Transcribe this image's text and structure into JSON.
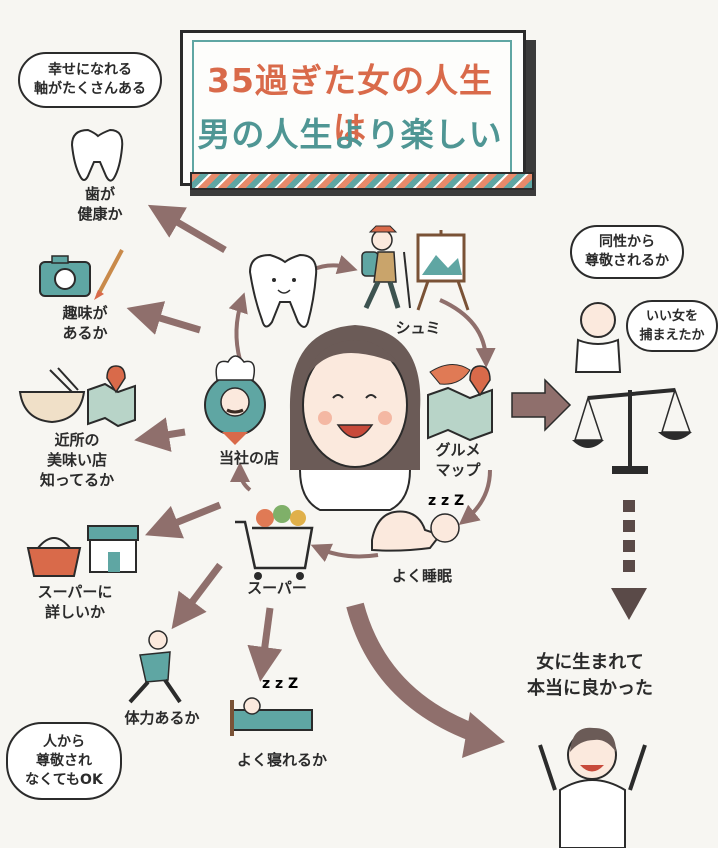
{
  "title": {
    "line1": "35過ぎた女の人生は",
    "line2": "男の人生より楽しい"
  },
  "labels": {
    "center_shop": "当社の店",
    "hobby": "シュミ",
    "gourmet_map": "グルメ\nマップ",
    "sleep_well": "よく睡眠",
    "supermarket": "スーパー",
    "teeth_healthy": "歯が\n健康か",
    "has_hobby": "趣味が\nあるか",
    "knows_restaurants": "近所の\n美味い店\n知ってるか",
    "knows_supermarket": "スーパーに\n詳しいか",
    "stamina": "体力あるか",
    "sleeps_well": "よく寝れるか",
    "result": "女に生まれて\n本当に良かった"
  },
  "bubbles": {
    "happiness_axes": "幸せになれる\n軸がたくさんある",
    "respected_same_sex": "同性から\n尊敬されるか",
    "caught_good_woman": "いい女を\n捕まえたか",
    "not_respected_ok": "人から\n尊敬され\nなくてもOK"
  },
  "colors": {
    "teal": "#5fa6a3",
    "coral": "#d96a4a",
    "arrow": "#8f6f6c",
    "ink": "#2b2b2b"
  }
}
